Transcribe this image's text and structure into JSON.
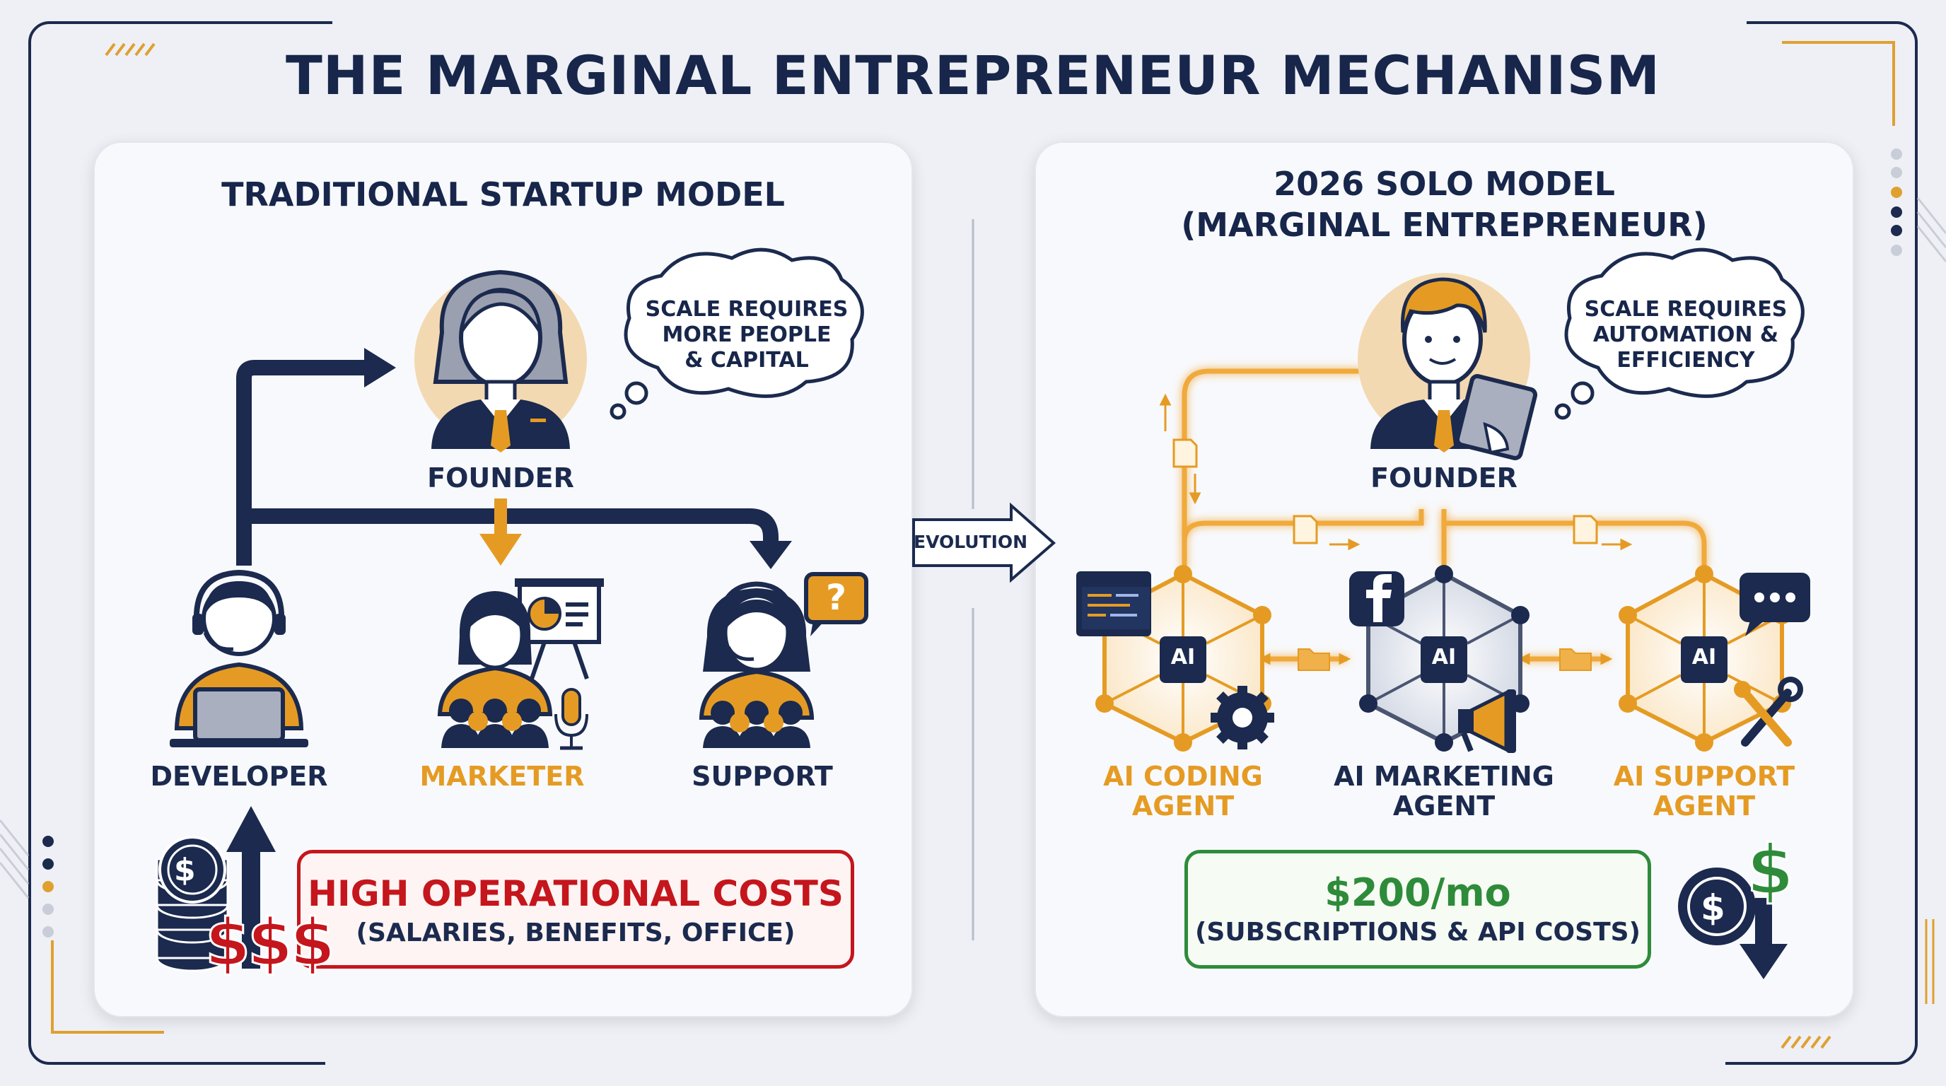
{
  "title": "THE MARGINAL ENTREPRENEUR MECHANISM",
  "traditional": {
    "title": "TRADITIONAL STARTUP MODEL",
    "founder_label": "FOUNDER",
    "thought": [
      "SCALE REQUIRES",
      "MORE PEOPLE",
      "& CAPITAL"
    ],
    "roles": [
      "DEVELOPER",
      "MARKETER",
      "SUPPORT"
    ],
    "cost_title": "HIGH OPERATIONAL COSTS",
    "cost_detail": "(SALARIES, BENEFITS, OFFICE)",
    "money_symbol": "$$$",
    "help_symbol": "?"
  },
  "evolution_label": "EVOLUTION",
  "solo": {
    "title_line1": "2026 SOLO MODEL",
    "title_line2": "(MARGINAL ENTREPRENEUR)",
    "founder_label": "FOUNDER",
    "thought": [
      "SCALE REQUIRES",
      "AUTOMATION &",
      "EFFICIENCY"
    ],
    "agents": [
      {
        "line1": "AI CODING",
        "line2": "AGENT",
        "chip": "AI"
      },
      {
        "line1": "AI MARKETING",
        "line2": "AGENT",
        "chip": "AI"
      },
      {
        "line1": "AI SUPPORT",
        "line2": "AGENT",
        "chip": "AI"
      }
    ],
    "cost_title": "$200/mo",
    "cost_detail": "(SUBSCRIPTIONS & API COSTS)",
    "coin_symbol": "$",
    "money_symbol": "$"
  },
  "colors": {
    "navy": "#1b2a4e",
    "gold": "#e59b23",
    "red": "#c4161c",
    "green": "#2e8b3a",
    "skin": "#ffffff",
    "peach": "#f3d9b1"
  }
}
